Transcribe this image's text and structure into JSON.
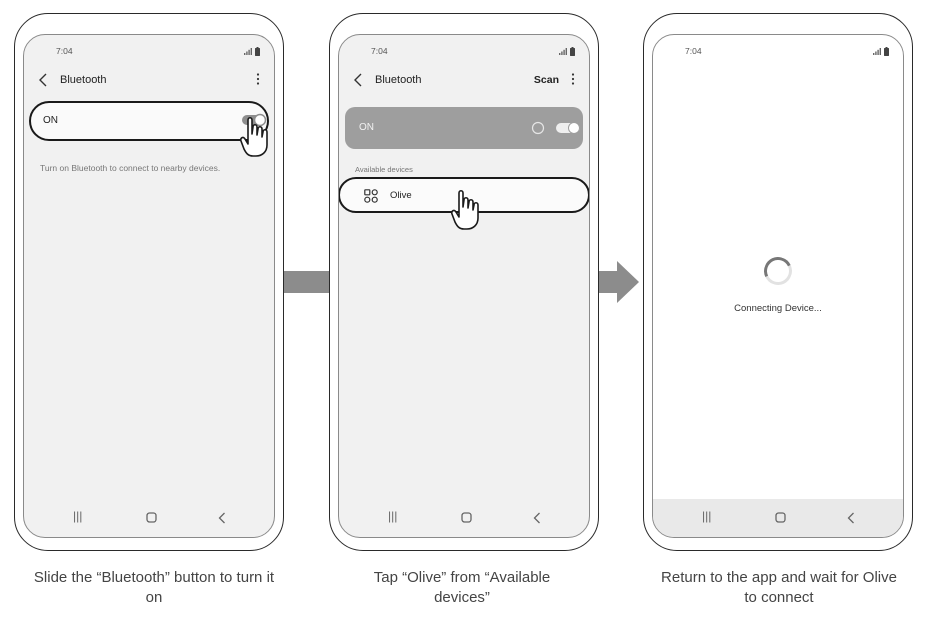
{
  "steps": [
    {
      "status_time": "7:04",
      "appbar_title": "Bluetooth",
      "toggle_label": "ON",
      "hint": "Turn on Bluetooth to connect to nearby devices.",
      "caption": "Slide the “Bluetooth” button to turn it on"
    },
    {
      "status_time": "7:04",
      "appbar_title": "Bluetooth",
      "scan_label": "Scan",
      "toggle_label": "ON",
      "section_label": "Available devices",
      "device_name": "Olive",
      "caption": "Tap “Olive” from “Available devices”"
    },
    {
      "status_time": "7:04",
      "connecting_text": "Connecting Device...",
      "caption": "Return to the app and wait for Olive to connect"
    }
  ],
  "icons": {
    "back": "chevron-left-icon",
    "more": "more-vert-icon",
    "device": "device-grid-icon",
    "pointer": "hand-pointer-icon",
    "nav_recents": "recents-icon",
    "nav_home": "home-icon",
    "nav_back": "back-icon"
  },
  "colors": {
    "phone_outline": "#2a2a2a",
    "screen_bg": "#f1f1f1",
    "on_card": "#9e9e9e",
    "arrow": "#8c8c8c"
  }
}
